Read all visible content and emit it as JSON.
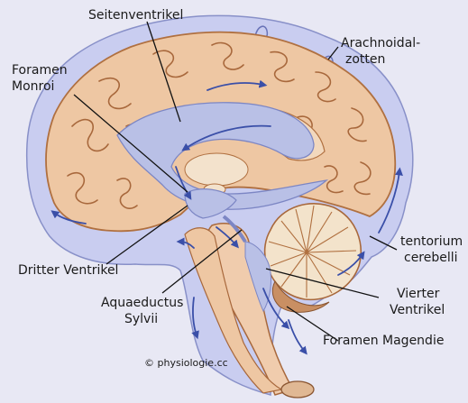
{
  "labels": {
    "seitenventrikel": "Seitenventrikel",
    "foramen_monroi_1": "Foramen",
    "foramen_monroi_2": "Monroi",
    "arachnoidal_1": "Arachnoidal-",
    "arachnoidal_2": "zotten",
    "tentorium_1": "tentorium",
    "tentorium_2": "cerebelli",
    "dritter_ventrikel": "Dritter Ventrikel",
    "aquaeductus_1": "Aquaeductus",
    "aquaeductus_2": "Sylvii",
    "vierter_1": "Vierter",
    "vierter_2": "Ventrikel",
    "magendie": "Foramen Magendie"
  },
  "copyright": "© physiologie.cc",
  "colors": {
    "background": "#e8e8f4",
    "csf": "#c9cdf0",
    "cortex": "#eec7a3",
    "ventricle": "#b9c0e6",
    "flow_arrow": "#3a4fa8",
    "brainstem": "#f0ccad",
    "cerebellum": "#f3e3cb"
  }
}
